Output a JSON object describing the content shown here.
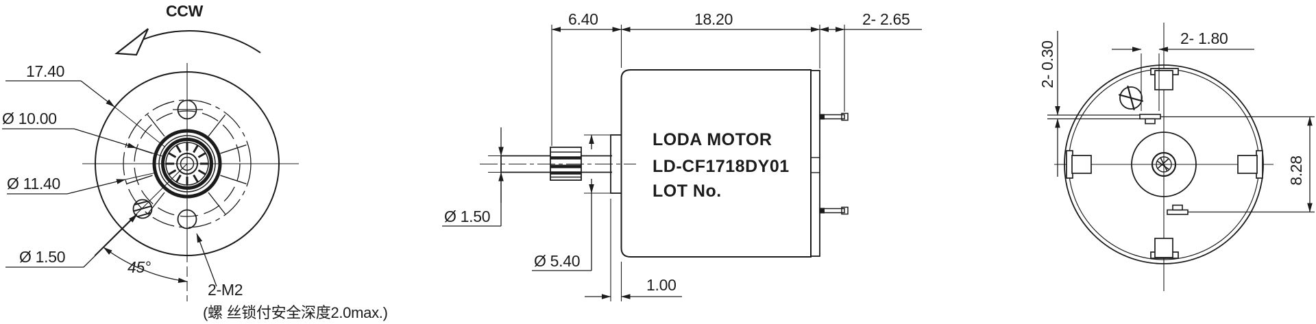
{
  "drawing": {
    "front_view": {
      "rotation": "CCW",
      "dim_17_40": "17.40",
      "dim_10_00": "Ø 10.00",
      "dim_11_40": "Ø 11.40",
      "dim_1_50": "Ø 1.50",
      "dim_45": "45°",
      "screw_callout": "2-M2",
      "screw_note": "(螺 丝锁付安全深度2.0max.)"
    },
    "side_view": {
      "dim_6_40": "6.40",
      "dim_18_20": "18.20",
      "dim_2_65": "2- 2.65",
      "dim_shaft": "Ø 1.50",
      "dim_boss": "Ø 5.40",
      "dim_1_00": "1.00",
      "body_text": {
        "brand": "LODA MOTOR",
        "model": "LD-CF1718DY01",
        "lot": "LOT No."
      }
    },
    "rear_view": {
      "dim_1_80": "2- 1.80",
      "dim_0_30": "2- 0.30",
      "dim_8_28": "8.28"
    },
    "colors": {
      "line": "#1b1b1b",
      "background": "#ffffff"
    }
  }
}
